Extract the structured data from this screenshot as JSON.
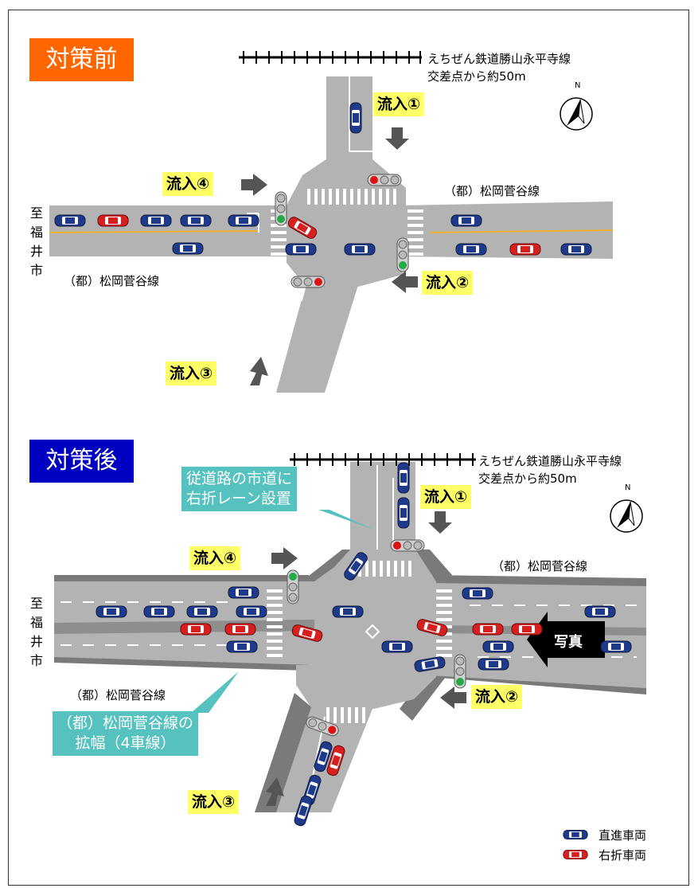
{
  "colors": {
    "road": "#b3b3b3",
    "road_dark": "#7a7a7a",
    "badge_before": "#ff6600",
    "badge_after": "#0000c0",
    "inflow_bg": "#ffff66",
    "callout": "#55c2c0",
    "car_blue": "#1f3a8a",
    "car_red": "#d62020",
    "signal_green": "#22aa44",
    "signal_red": "#dd1111",
    "center_line": "#f0b030"
  },
  "icons": [
    "north-arrow-icon",
    "car-icon",
    "traffic-signal-icon",
    "arrow-icon",
    "railway-icon"
  ],
  "before": {
    "badge": "対策前",
    "railway_line1": "えちぜん鉄道勝山永平寺線",
    "railway_line2": "交差点から約50m",
    "north": "N",
    "road_name_east": "（都）松岡菅谷線",
    "road_name_west": "（都）松岡菅谷線",
    "to_city": [
      "至",
      "福",
      "井",
      "市"
    ],
    "inflow1": "流入①",
    "inflow2": "流入②",
    "inflow3": "流入③",
    "inflow4": "流入④"
  },
  "after": {
    "badge": "対策後",
    "railway_line1": "えちぜん鉄道勝山永平寺線",
    "railway_line2": "交差点から約50m",
    "north": "N",
    "road_name_east": "（都）松岡菅谷線",
    "road_name_west": "（都）松岡菅谷線",
    "to_city": [
      "至",
      "福",
      "井",
      "市"
    ],
    "inflow1": "流入①",
    "inflow2": "流入②",
    "inflow3": "流入③",
    "inflow4": "流入④",
    "callout_top": [
      "従道路の市道に",
      "右折レーン設置"
    ],
    "callout_bottom": [
      "（都）松岡菅谷線の",
      "拡幅（4車線）"
    ],
    "photo": "写真"
  },
  "legend": {
    "straight": "直進車両",
    "right_turn": "右折車両"
  }
}
